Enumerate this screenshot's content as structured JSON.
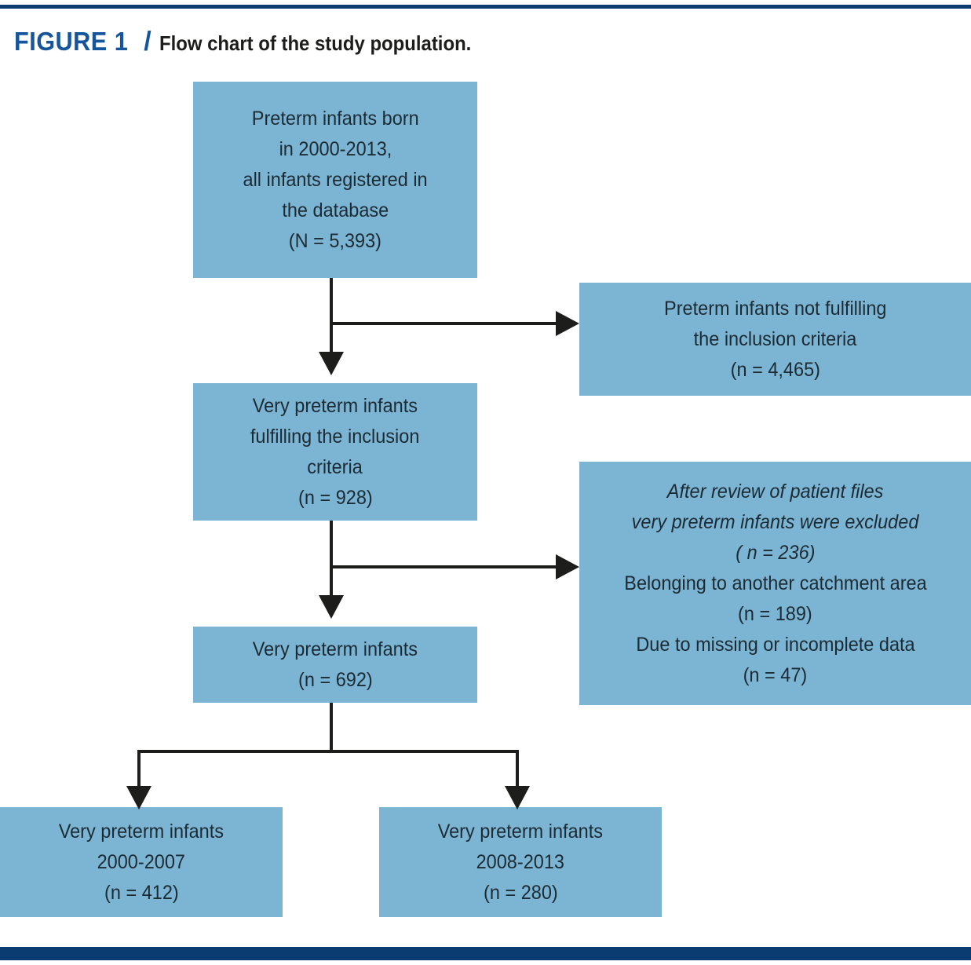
{
  "caption": {
    "label": "FIGURE 1",
    "separator": "/",
    "text": "Flow chart of the study population."
  },
  "colors": {
    "rule": "#0b3c71",
    "caption_label": "#14559b",
    "caption_text": "#1d1d1b",
    "node_fill": "#7cb5d4",
    "node_text": "#1c2b33",
    "connector": "#1d1d1b"
  },
  "chart_data": {
    "type": "diagram",
    "title": "Flow chart of the study population.",
    "nodes": [
      {
        "id": "all-preterm",
        "lines": [
          "Preterm infants born",
          "in 2000-2013,",
          "all infants registered in",
          "the database",
          "(N = 5,393)"
        ],
        "n": 5393,
        "n_label": "N = 5,393"
      },
      {
        "id": "excluded-inclusion",
        "lines": [
          "Preterm infants not fulfilling",
          "the inclusion criteria",
          "(n = 4,465)"
        ],
        "n": 4465,
        "n_label": "n = 4,465"
      },
      {
        "id": "very-preterm-fulfilling",
        "lines": [
          "Very preterm infants",
          "fulfilling the inclusion",
          "criteria",
          "(n = 928)"
        ],
        "n": 928,
        "n_label": "n = 928"
      },
      {
        "id": "excluded-review",
        "lines": [
          "After review of patient files",
          "very preterm infants were excluded",
          "( n = 236)",
          "Belonging to another catchment area",
          "(n = 189)",
          "Due to missing or incomplete data",
          "(n = 47)"
        ],
        "n": 236,
        "n_label": "n = 236",
        "sub": [
          {
            "reason": "Belonging to another catchment area",
            "n": 189,
            "n_label": "n = 189"
          },
          {
            "reason": "Due to missing or incomplete data",
            "n": 47,
            "n_label": "n = 47"
          }
        ]
      },
      {
        "id": "very-preterm-final",
        "lines": [
          "Very preterm infants",
          "(n = 692)"
        ],
        "n": 692,
        "n_label": "n = 692"
      },
      {
        "id": "cohort-2000-2007",
        "lines": [
          "Very preterm infants",
          "2000-2007",
          "(n = 412)"
        ],
        "n": 412,
        "n_label": "n = 412",
        "period": "2000-2007"
      },
      {
        "id": "cohort-2008-2013",
        "lines": [
          "Very preterm infants",
          "2008-2013",
          "(n = 280)",
          "",
          ""
        ],
        "n": 280,
        "n_label": "n = 280",
        "period": "2008-2013"
      }
    ],
    "edges": [
      {
        "from": "all-preterm",
        "to": "very-preterm-fulfilling",
        "kind": "down"
      },
      {
        "from": "all-preterm",
        "to": "excluded-inclusion",
        "kind": "right"
      },
      {
        "from": "very-preterm-fulfilling",
        "to": "very-preterm-final",
        "kind": "down"
      },
      {
        "from": "very-preterm-fulfilling",
        "to": "excluded-review",
        "kind": "right"
      },
      {
        "from": "very-preterm-final",
        "to": "cohort-2000-2007",
        "kind": "split-down"
      },
      {
        "from": "very-preterm-final",
        "to": "cohort-2008-2013",
        "kind": "split-down"
      }
    ]
  }
}
